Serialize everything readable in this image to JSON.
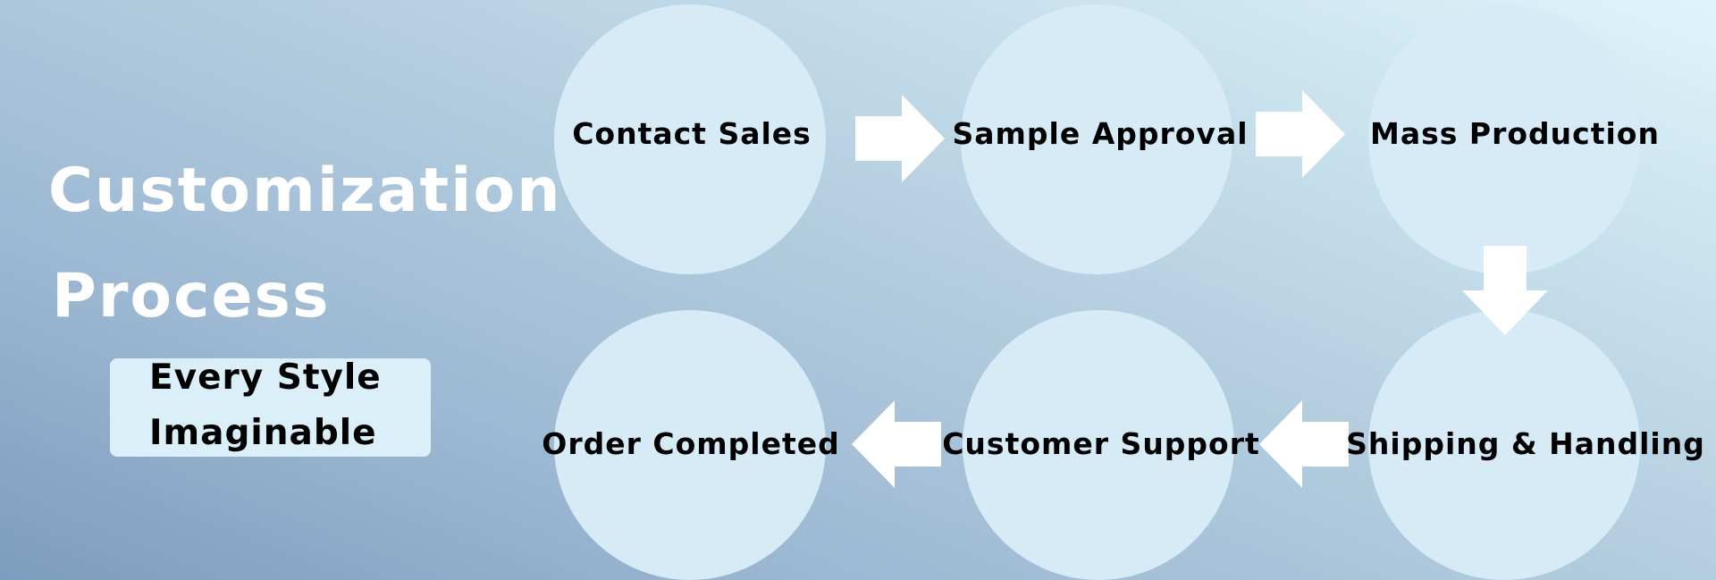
{
  "title": {
    "line1": "Customization",
    "line2": "Process"
  },
  "tag": {
    "line1": "Every Style",
    "line2": "Imaginable"
  },
  "steps": [
    {
      "label": "Contact Sales"
    },
    {
      "label": "Sample Approval"
    },
    {
      "label": "Mass Production"
    },
    {
      "label": "Shipping & Handling"
    },
    {
      "label": "Customer Support"
    },
    {
      "label": "Order Completed"
    }
  ],
  "colors": {
    "circle": "#d6ebf6",
    "arrow": "#ffffff",
    "title": "#ffffff",
    "tag_background": "#dbeff8"
  }
}
